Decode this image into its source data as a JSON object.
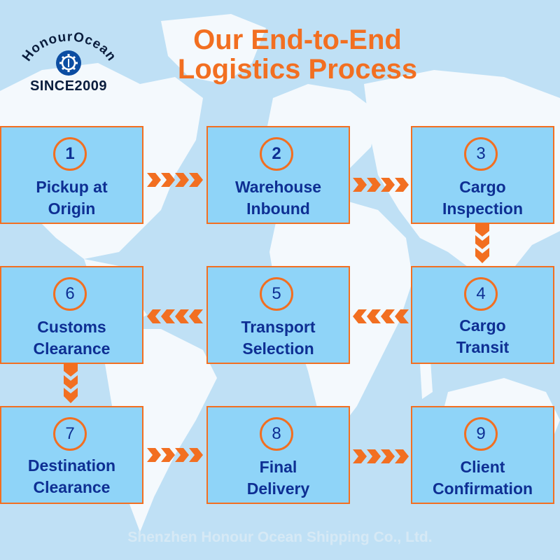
{
  "logo": {
    "brand": "HonourOcean",
    "since": "SINCE2009",
    "icon": "gear-anchor-icon",
    "colors": {
      "brand_text": "#0a1d3d",
      "accent": "#f26f21",
      "badge": "#0c4da2"
    }
  },
  "title": {
    "line1": "Our End-to-End",
    "line2": "Logistics Process"
  },
  "colors": {
    "accent": "#f26f21",
    "box_fill": "#8fd4f8",
    "text": "#0e2f93"
  },
  "steps": [
    {
      "number": "1",
      "line1": "Pickup at",
      "line2": "Origin"
    },
    {
      "number": "2",
      "line1": "Warehouse",
      "line2": "Inbound"
    },
    {
      "number": "3",
      "line1": "Cargo",
      "line2": "Inspection"
    },
    {
      "number": "4",
      "line1": "Cargo",
      "line2": "Transit"
    },
    {
      "number": "5",
      "line1": "Transport",
      "line2": "Selection"
    },
    {
      "number": "6",
      "line1": "Customs",
      "line2": "Clearance"
    },
    {
      "number": "7",
      "line1": "Destination",
      "line2": "Clearance"
    },
    {
      "number": "8",
      "line1": "Final",
      "line2": "Delivery"
    },
    {
      "number": "9",
      "line1": "Client",
      "line2": "Confirmation"
    }
  ],
  "flow": [
    {
      "from": "1",
      "to": "2",
      "direction": "right"
    },
    {
      "from": "2",
      "to": "3",
      "direction": "right"
    },
    {
      "from": "3",
      "to": "4",
      "direction": "down"
    },
    {
      "from": "4",
      "to": "5",
      "direction": "left"
    },
    {
      "from": "5",
      "to": "6",
      "direction": "left"
    },
    {
      "from": "6",
      "to": "7",
      "direction": "down"
    },
    {
      "from": "7",
      "to": "8",
      "direction": "right"
    },
    {
      "from": "8",
      "to": "9",
      "direction": "right"
    }
  ],
  "footer": "Shenzhen Honour Ocean Shipping Co., Ltd."
}
